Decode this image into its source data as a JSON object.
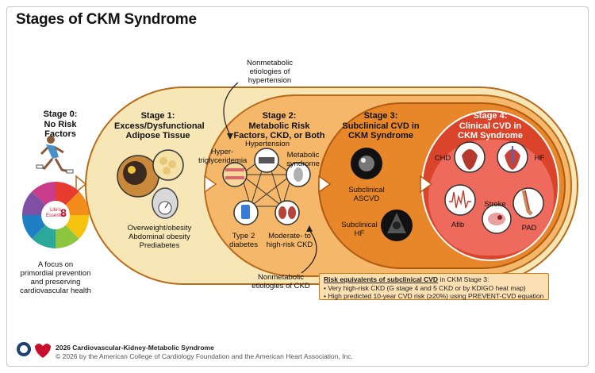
{
  "title": "Stages of CKM Syndrome",
  "stage0": {
    "heading_line1": "Stage 0:",
    "heading_line2": "No Risk Factors",
    "caption_line1": "A focus on",
    "caption_line2": "primordial prevention",
    "caption_line3": "and preserving",
    "caption_line4": "cardiovascular health",
    "wheel_center_line1": "Life's",
    "wheel_center_line2": "Essential",
    "wheel_center_number": "8"
  },
  "stage1": {
    "heading_line1": "Stage 1:",
    "heading_line2": "Excess/Dysfunctional",
    "heading_line3": "Adipose Tissue",
    "caption_line1": "Overweight/obesity",
    "caption_line2": "Abdominal obesity",
    "caption_line3": "Prediabetes"
  },
  "stage2": {
    "heading_line1": "Stage 2:",
    "heading_line2": "Metabolic Risk",
    "heading_line3": "Factors, CKD, or Both",
    "hypertension": "Hypertension",
    "hyper_line1": "Hyper-",
    "hyper_line2": "triglyceridemia",
    "metabolic_line1": "Metabolic",
    "metabolic_line2": "syndrome",
    "t2d_line1": "Type 2",
    "t2d_line2": "diabetes",
    "ckd_line1": "Moderate- to",
    "ckd_line2": "high-risk CKD"
  },
  "annotations": {
    "top_line1": "Nonmetabolic",
    "top_line2": "etiologies of",
    "top_line3": "hypertension",
    "bottom_line1": "Nonmetabolic",
    "bottom_line2": "etiologies of CKD"
  },
  "stage3": {
    "heading_line1": "Stage 3:",
    "heading_line2": "Subclinical CVD in",
    "heading_line3": "CKM Syndrome",
    "ascvd_line1": "Subclinical",
    "ascvd_line2": "ASCVD",
    "hf_line1": "Subclinical",
    "hf_line2": "HF"
  },
  "stage4": {
    "heading_line1": "Stage 4:",
    "heading_line2": "Clinical CVD in",
    "heading_line3": "CKM Syndrome",
    "chd": "CHD",
    "hf": "HF",
    "stroke": "Stroke",
    "afib": "Afib",
    "pad": "PAD"
  },
  "risk_box": {
    "heading": "Risk equivalents of subclinical CVD",
    "heading_suffix": " in CKM Stage 3:",
    "bullet1": "• Very high-risk CKD (G stage 4 and 5 CKD or by KDIGO heat map)",
    "bullet2": "• High predicted 10-year CVD risk (≥20%) using PREVENT-CVD equation"
  },
  "footer": {
    "line1": "2026 Cardiovascular-Kidney-Metabolic Syndrome",
    "line2": "© 2026 by the American College of Cardiology Foundation and the American Heart Association, Inc."
  },
  "colors": {
    "stage1": "#f8e7b6",
    "stage2": "#f5b86a",
    "stage3": "#e8872a",
    "stage4": "#d9442a",
    "stage4_inner": "#ee6a5c",
    "border": "#b96a1a"
  },
  "icons": [
    "runner-icon",
    "life-essential-8-wheel-icon",
    "adipose-tissue-icon",
    "scale-icon",
    "pentagram-network-icon",
    "heart-icon",
    "brain-icon",
    "ecg-icon",
    "leg-artery-icon",
    "acc-logo-icon",
    "aha-logo-icon"
  ]
}
